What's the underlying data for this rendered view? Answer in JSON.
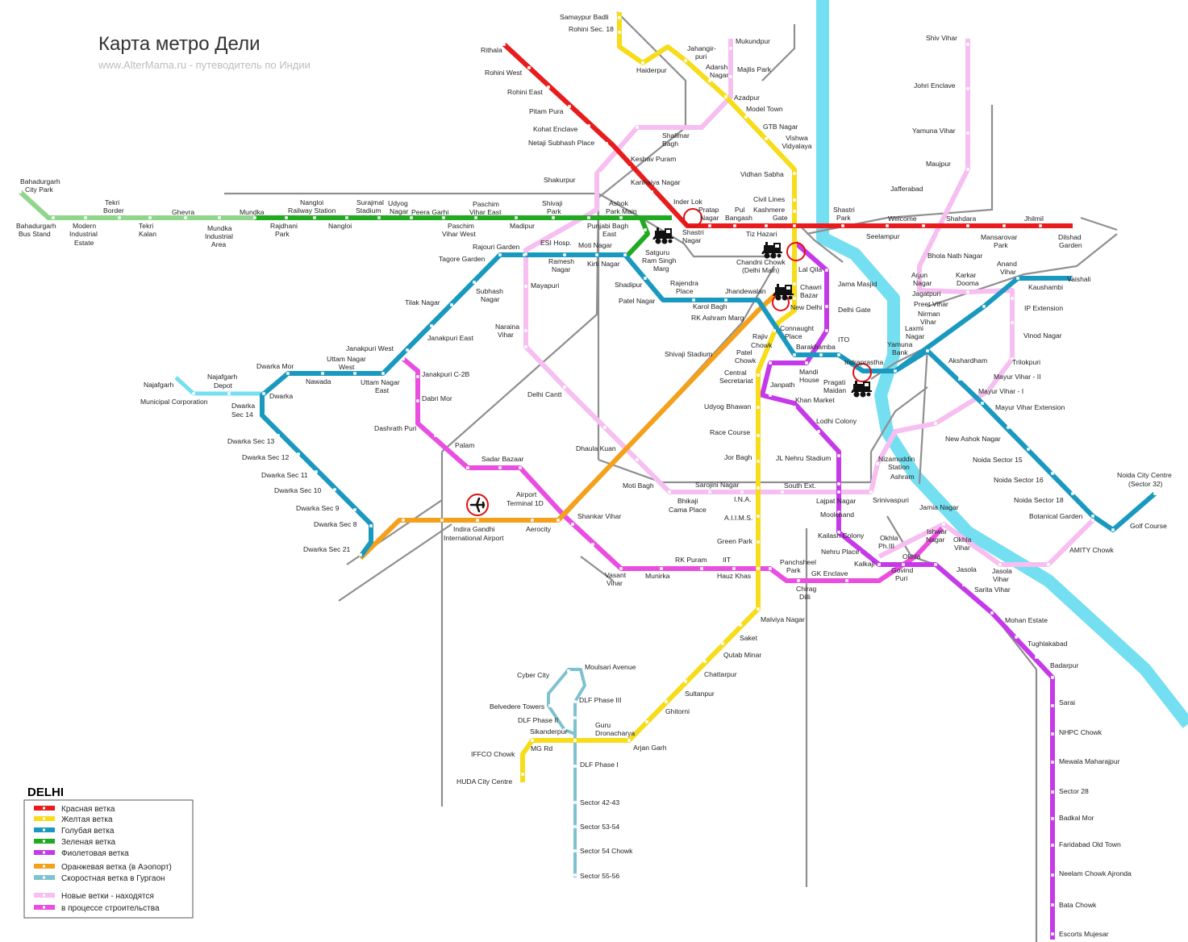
{
  "map": {
    "title": "Карта метро Дели",
    "subtitle": "www.AlterMama.ru - путеводитель по Индии"
  },
  "colors": {
    "red": "#e81c1c",
    "yellow": "#f7dc1a",
    "blue": "#1999bf",
    "green": "#1faa1f",
    "green_light": "#8fd68a",
    "violet": "#c53ae8",
    "orange": "#f5a01a",
    "gurgaon": "#7fc2cf",
    "pink_light": "#f7bef1",
    "pink_dark": "#ea4ee0",
    "river": "#75dff2",
    "rail": "#8f8f8f",
    "airport_circle": "#e01010"
  },
  "icons": {
    "railway_station": "locomotive-icon",
    "airport": "airplane-icon",
    "interchange": "interchange-ring-icon"
  },
  "legend": {
    "city": "DELHI",
    "items": [
      {
        "label": "Красная ветка",
        "color": "#e81c1c"
      },
      {
        "label": "Желтая ветка",
        "color": "#f7dc1a"
      },
      {
        "label": "Голубая ветка",
        "color": "#1999bf"
      },
      {
        "label": "Зеленая ветка",
        "color": "#1faa1f"
      },
      {
        "label": "Фиолетовая ветка",
        "color": "#c53ae8"
      },
      {
        "label": "Оранжевая ветка (в Аэопорт)",
        "color": "#f5a01a"
      },
      {
        "label": "Скоростная ветка в Гургаон",
        "color": "#7fc2cf"
      },
      {
        "label": "Новые ветки - находятся",
        "color": "#f7bef1"
      },
      {
        "label": "в процессе строительства",
        "color": "#ea4ee0"
      }
    ]
  },
  "stations": [
    "Samaypur Badli",
    "Rohini Sec. 18",
    "Haiderpur",
    "Jahangir-",
    "puri",
    "Adarsh",
    "Nagar",
    "Azadpur",
    "Model Town",
    "GTB Nagar",
    "Vishwa",
    "Vidyalaya",
    "Vidhan Sabha",
    "Civil Lines",
    "Kashmere",
    "Gate",
    "Chandni Chowk",
    "(Delhi Main)",
    "Chawri",
    "Bazar",
    "New Delhi",
    "Rajiv",
    "Chowk",
    "Patel",
    "Chowk",
    "Central",
    "Secretariat",
    "Udyog Bhawan",
    "Race Course",
    "Jor Bagh",
    "I.N.A.",
    "A.I.I.M.S.",
    "Green Park",
    "Hauz Khas",
    "Malviya Nagar",
    "Saket",
    "Qutab Minar",
    "Chattarpur",
    "Sultanpur",
    "Ghitorni",
    "Arjan Garh",
    "Guru",
    "Dronacharya",
    "Sikanderpur",
    "MG Rd",
    "IFFCO Chowk",
    "HUDA City Centre",
    "Rithala",
    "Rohini West",
    "Rohini East",
    "Pitam Pura",
    "Kohat Enclave",
    "Netaji Subhash Place",
    "Keshav Puram",
    "Kanhaiya Nagar",
    "Inder Lok",
    "Shastri",
    "Nagar",
    "Pratap",
    "Nagar",
    "Pul",
    "Bangash",
    "Tiz Hazari",
    "Shastri",
    "Park",
    "Seelampur",
    "Welcome",
    "Shahdara",
    "Mansarovar",
    "Park",
    "Jhilmil",
    "Dilshad",
    "Garden",
    "Bahadurgarh",
    "City Park",
    "Bahadurgarh",
    "Bus Stand",
    "Modern",
    "Industrial",
    "Estate",
    "Tekri",
    "Border",
    "Tekri",
    "Kalan",
    "Ghevra",
    "Mundka",
    "Industrial",
    "Area",
    "Mundka",
    "Rajdhani",
    "Park",
    "Nangloi",
    "Railway Station",
    "Nangloi",
    "Surajmal",
    "Stadium",
    "Udyog",
    "Nagar",
    "Peera Garhi",
    "Paschim",
    "Vihar East",
    "Paschim",
    "Vihar West",
    "Madipur",
    "Shivaji",
    "Park",
    "Punjabi Bagh",
    "East",
    "Ashok",
    "Park Main",
    "Satguru",
    "Ram Singh",
    "Marg",
    "Dwarka Sec 21",
    "Dwarka Sec 8",
    "Dwarka Sec 9",
    "Dwarka Sec 10",
    "Dwarka Sec 11",
    "Dwarka Sec 12",
    "Dwarka Sec 13",
    "Dwarka",
    "Sec 14",
    "Dwarka",
    "Dwarka Mor",
    "Nawada",
    "Uttam Nagar",
    "West",
    "Uttam Nagar",
    "East",
    "Janakpuri West",
    "Janakpuri East",
    "Tilak Nagar",
    "Subhash",
    "Nagar",
    "Tagore Garden",
    "Rajouri Garden",
    "Ramesh",
    "Nagar",
    "Moti Nagar",
    "Kirti Nagar",
    "Shadipur",
    "Patel Nagar",
    "Rajendra",
    "Place",
    "Karol Bagh",
    "Jhandewalan",
    "RK Ashram Marg",
    "Barakhamba",
    "Mandi",
    "House",
    "Pragati",
    "Maidan",
    "Indraprastha",
    "Yamuna",
    "Bank",
    "Laxmi",
    "Nagar",
    "Nirman",
    "Vihar",
    "Preet Vihar",
    "Karkar",
    "Dooma",
    "Anand",
    "Vihar",
    "Kaushambi",
    "Vaishali",
    "Akshardham",
    "Mayur Vihar - I",
    "Mayur Vihar Extension",
    "New Ashok Nagar",
    "Noida Sector 15",
    "Noida Sector 16",
    "Noida Sector 18",
    "Botanical Garden",
    "Golf Course",
    "Noida City Centre",
    "(Sector 32)",
    "Najafgarh",
    "Depot",
    "Najafgarh",
    "Municipal Corporation",
    "Lal Qila",
    "Jama Masjid",
    "Delhi Gate",
    "ITO",
    "Janpath",
    "Khan Market",
    "Lodhi Colony",
    "JL Nehru Stadium",
    "Lajpat Nagar",
    "Moolchand",
    "Kailash Colony",
    "Nehru Place",
    "Kalkaji",
    "Govind",
    "Puri",
    "Okhla",
    "Jasola",
    "Sarita Vihar",
    "Mohan Estate",
    "Tughlakabad",
    "Badarpur",
    "Sarai",
    "NHPC Chowk",
    "Mewala Maharajpur",
    "Sector 28",
    "Badkal Mor",
    "Faridabad Old Town",
    "Neelam Chowk Ajronda",
    "Bata Chowk",
    "Escorts Mujesar",
    "Shivaji Stadium",
    "Dhaula Kuan",
    "Airport",
    "Terminal 1D",
    "Indira Gandhi",
    "International Airport",
    "Aerocity",
    "Cyber City",
    "Moulsari Avenue",
    "DLF Phase III",
    "Belvedere Towers",
    "DLF Phase II",
    "DLF Phase I",
    "Sector 42-43",
    "Sector 53-54",
    "Sector 54 Chowk",
    "Sector 55-56",
    "Mukundpur",
    "Majlis Park",
    "Shalimar",
    "Bagh",
    "Shakurpur",
    "ESI Hosp.",
    "Mayapuri",
    "Naraina",
    "Vihar",
    "Delhi Cantt",
    "Moti Bagh",
    "Bhikaji",
    "Cama Place",
    "Sarojini Nagar",
    "South Ext.",
    "Srinivaspuri",
    "Nizamuddin",
    "Station",
    "Ashram",
    "Trilokpuri",
    "Mayur Vihar - II",
    "Vinod Nagar",
    "IP Extension",
    "Bhola Nath Nagar",
    "Arjun",
    "Nagar",
    "Jagatpuri",
    "Maujpur",
    "Jafferabad",
    "Yamuna Vihar",
    "Johri Enclave",
    "Shiv Vihar",
    "Jamia Nagar",
    "Ishwar",
    "Nagar",
    "Okhla",
    "Vihar",
    "Okhla",
    "Ph.III",
    "Jasola",
    "Vihar",
    "AMITY Chowk",
    "Janakpuri C-2B",
    "Dabri Mor",
    "Dashrath Puri",
    "Palam",
    "Sadar Bazaar",
    "Shankar Vihar",
    "Vasant",
    "Vihar",
    "Munirka",
    "RK Puram",
    "IIT",
    "Panchsheel",
    "Park",
    "Chirag",
    "Dilli",
    "GK Enclave",
    "Connaught",
    "Place"
  ]
}
